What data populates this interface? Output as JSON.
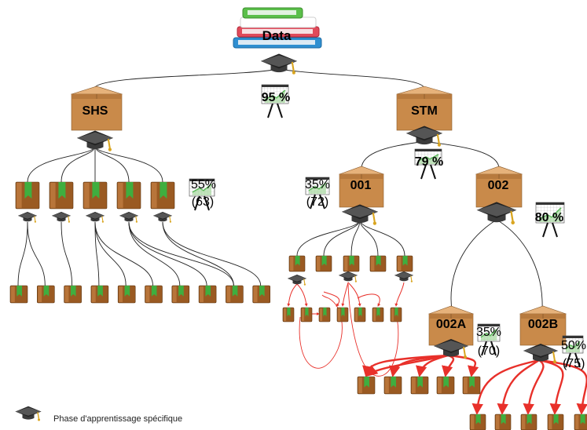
{
  "diagram": {
    "root": {
      "label": "Data",
      "percent": "95 %"
    },
    "shs": {
      "label": "SHS",
      "percent": "55%",
      "count": "(63)"
    },
    "stm": {
      "label": "STM",
      "percent": "79 %",
      "children": {
        "n001": {
          "label": "001",
          "percent": "35%",
          "count": "(72)"
        },
        "n002": {
          "label": "002",
          "percent": "80 %",
          "children": {
            "n002a": {
              "label": "002A",
              "percent": "35%",
              "count": "(70)"
            },
            "n002b": {
              "label": "002B",
              "percent": "50%",
              "count": "(75)"
            }
          }
        }
      }
    },
    "colors": {
      "line": "#222222",
      "arrow": "#e8302a",
      "box": "#c98a4a",
      "book": "#9a5a22",
      "bookmark": "#3fae3f"
    }
  },
  "legend": {
    "text": "Phase d'apprentissage spécifique",
    "icon": "graduation-cap-icon"
  }
}
